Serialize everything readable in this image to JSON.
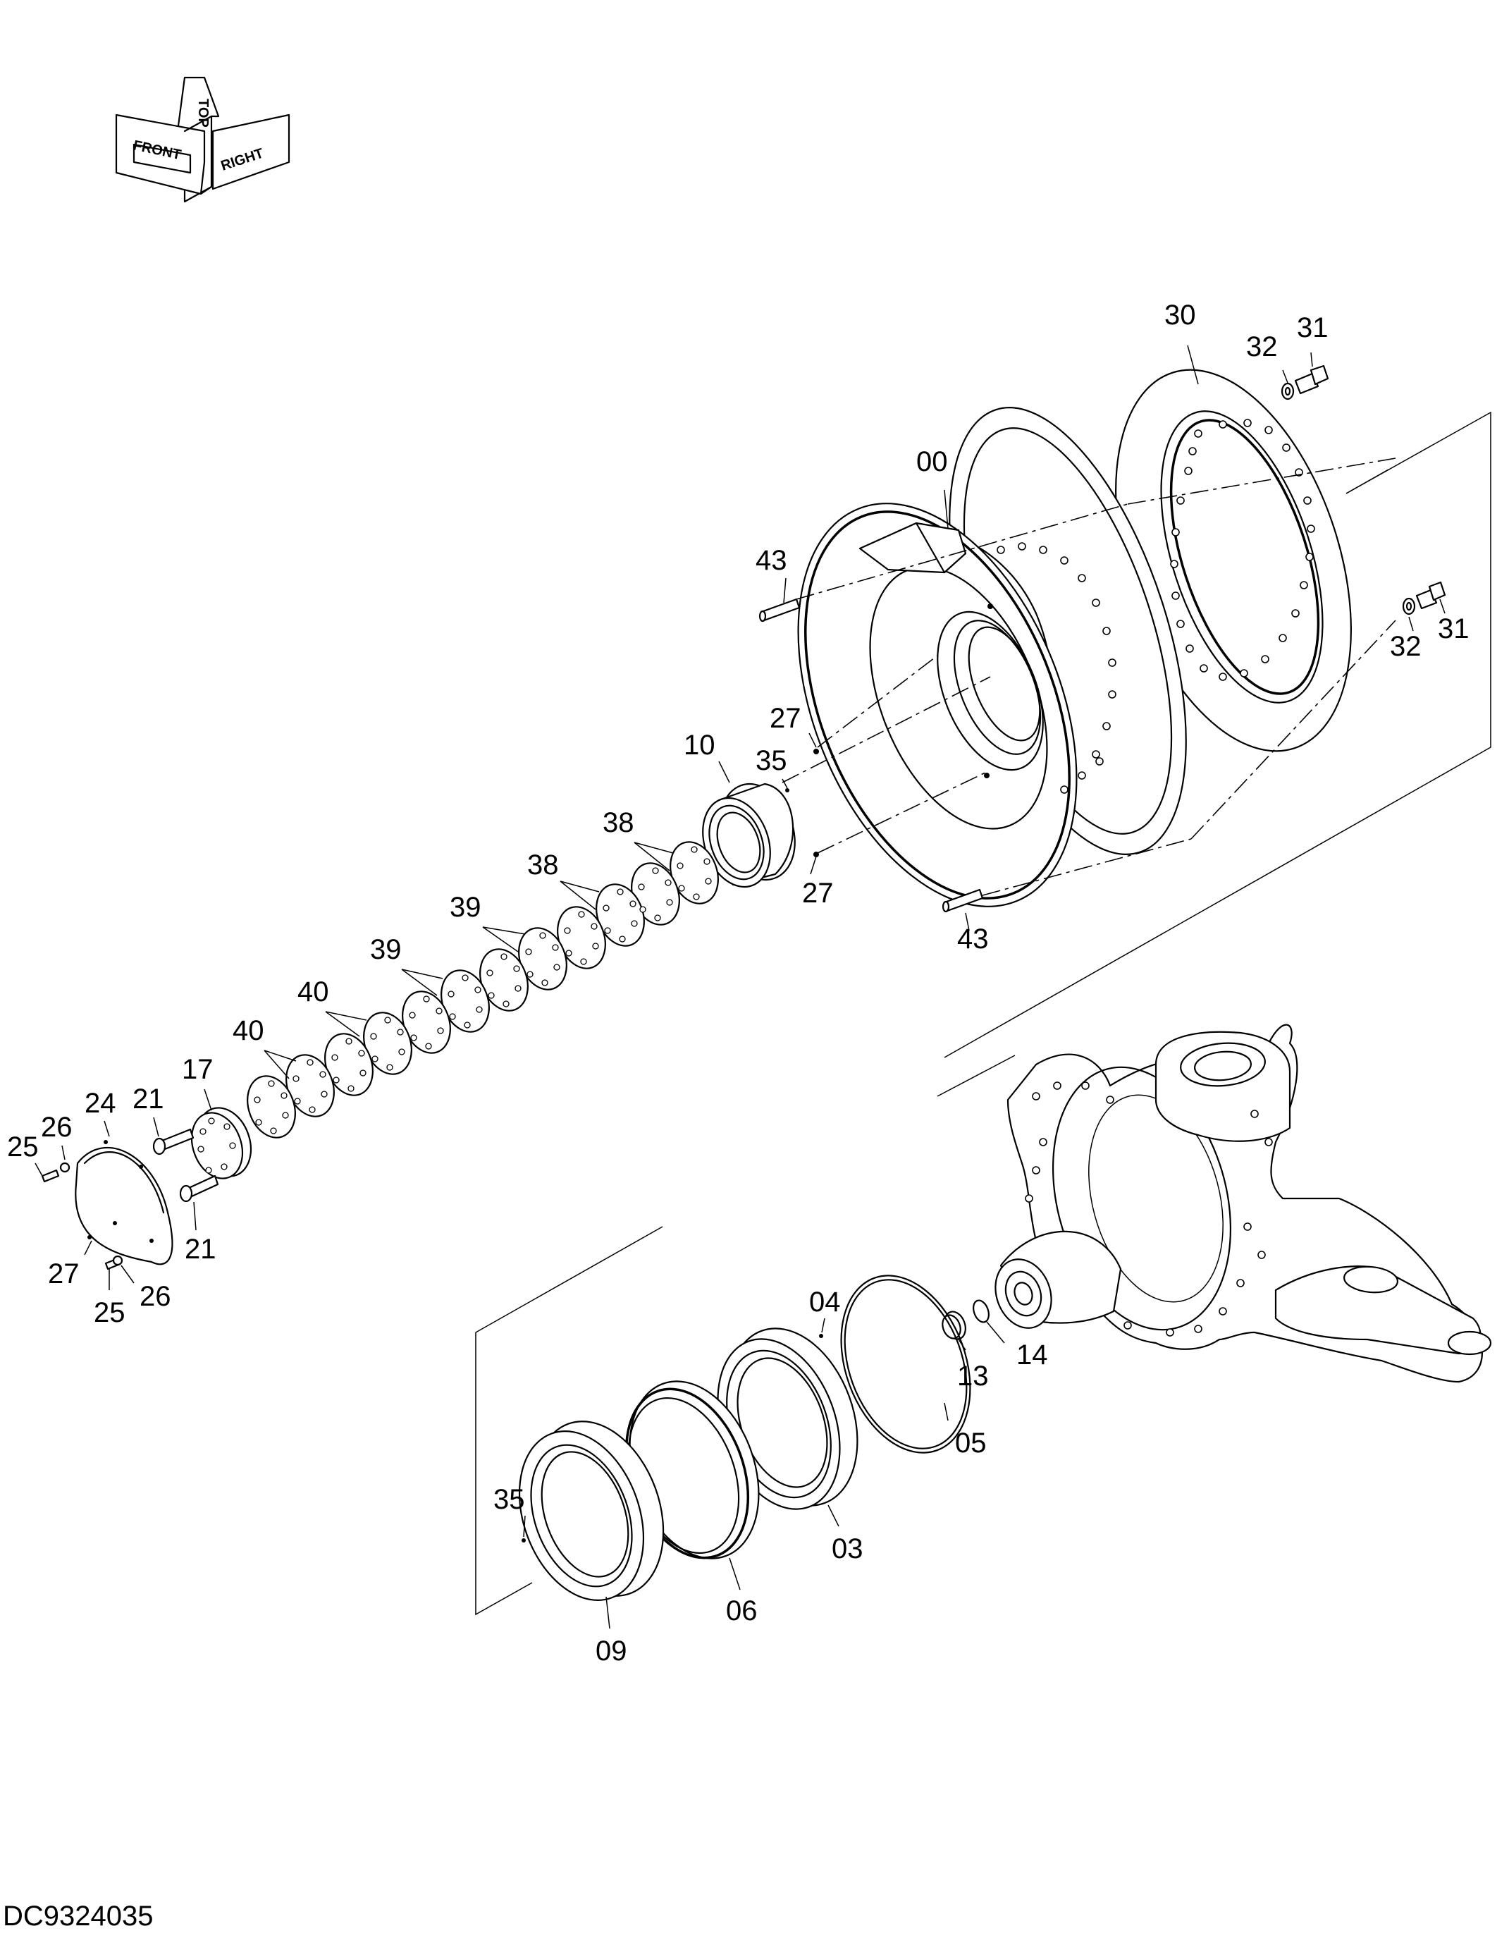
{
  "orientation_icon": {
    "front": "FRONT",
    "top": "TOP",
    "right": "RIGHT"
  },
  "drawing_code": "DC9324035",
  "callouts": {
    "c30": "30",
    "c31a": "31",
    "c32a": "32",
    "c31b": "31",
    "c32b": "32",
    "c00": "00",
    "c43a": "43",
    "c43b": "43",
    "c27a": "27",
    "c27b": "27",
    "c35a": "35",
    "c10": "10",
    "c38a": "38",
    "c38b": "38",
    "c39a": "39",
    "c39b": "39",
    "c40a": "40",
    "c40b": "40",
    "c17": "17",
    "c21a": "21",
    "c21b": "21",
    "c24": "24",
    "c26a": "26",
    "c25a": "25",
    "c27c": "27",
    "c25b": "25",
    "c26b": "26",
    "c04": "04",
    "c05": "05",
    "c03": "03",
    "c06": "06",
    "c09": "09",
    "c35b": "35",
    "c13": "13",
    "c14": "14"
  }
}
